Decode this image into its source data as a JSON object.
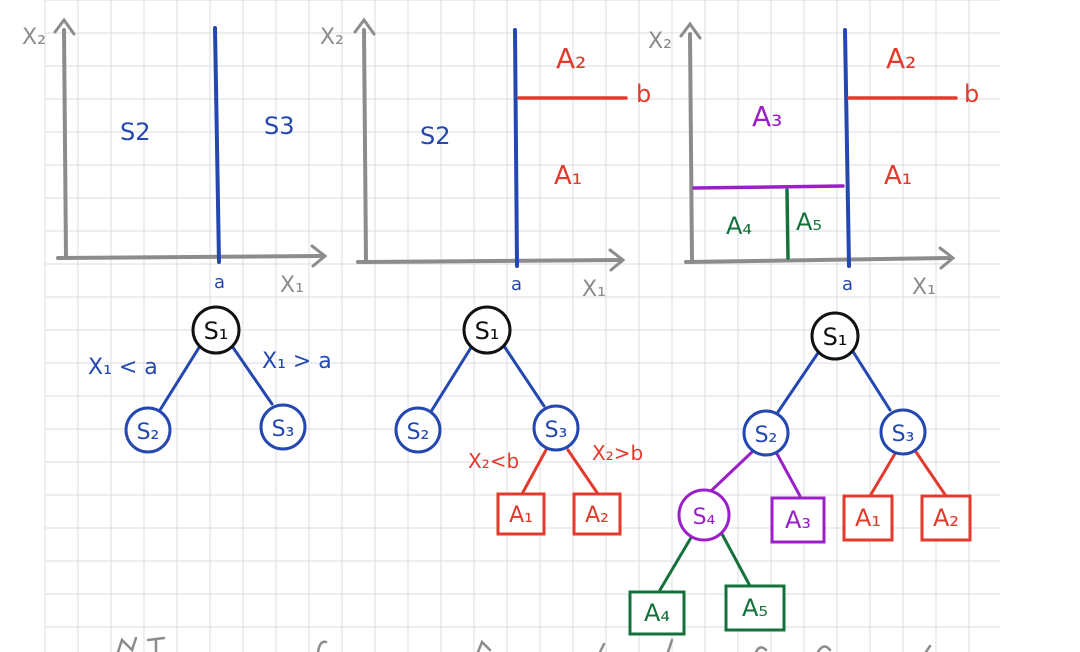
{
  "colors": {
    "grid": "#d9dde3",
    "axis": "#8c8c8c",
    "blue": "#2447b0",
    "red": "#e23a2c",
    "purple": "#9b1fc8",
    "green": "#13713a",
    "black": "#111111"
  },
  "panel1": {
    "x_axis_label": "X₁",
    "y_axis_label": "X₂",
    "split_tick": "a",
    "left_region": "S2",
    "right_region": "S3"
  },
  "panel2": {
    "x_axis_label": "X₁",
    "y_axis_label": "X₂",
    "split_tick": "a",
    "left_region": "S2",
    "top_right_region": "A₂",
    "bottom_right_region": "A₁",
    "h_split_tick": "b"
  },
  "panel3": {
    "x_axis_label": "X₁",
    "y_axis_label": "X₂",
    "split_tick": "a",
    "top_left_region": "A₃",
    "bottom_left_left_region": "A₄",
    "bottom_left_right_region": "A₅",
    "top_right_region": "A₂",
    "bottom_right_region": "A₁",
    "h_split_tick": "b"
  },
  "tree1": {
    "root": "S₁",
    "left_child": "S₂",
    "right_child": "S₃",
    "left_edge_label": "X₁ < a",
    "right_edge_label": "X₁ > a"
  },
  "tree2": {
    "root": "S₁",
    "left_child": "S₂",
    "right_child": "S₃",
    "rr_left_edge_label": "X₂<b",
    "rr_right_edge_label": "X₂>b",
    "leaf_a1": "A₁",
    "leaf_a2": "A₂"
  },
  "tree3": {
    "root": "S₁",
    "left_child": "S₂",
    "right_child": "S₃",
    "s4": "S₄",
    "leaf_a3": "A₃",
    "leaf_a1": "A₁",
    "leaf_a2": "A₂",
    "leaf_a4": "A₄",
    "leaf_a5": "A₅"
  }
}
